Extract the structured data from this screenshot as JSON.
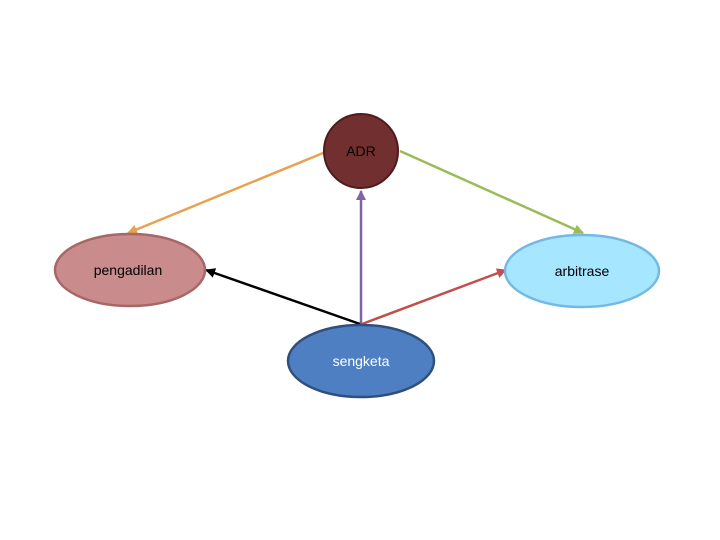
{
  "nodes": {
    "adr": {
      "label": "ADR",
      "fill": "#722f2f",
      "stroke": "#4d1c1c",
      "text_color": "#000000"
    },
    "pengadilan": {
      "label": "pengadilan",
      "fill": "#c98b8b",
      "stroke": "#a86767",
      "text_color": "#000000"
    },
    "arbitrase": {
      "label": "arbitrase",
      "fill": "#a6e6ff",
      "stroke": "#74b9e6",
      "text_color": "#000000"
    },
    "sengketa": {
      "label": "sengketa",
      "fill": "#4e7fc3",
      "stroke": "#2f4f7d",
      "text_color": "#ffffff"
    }
  },
  "edges": [
    {
      "from": "adr",
      "to": "pengadilan",
      "color": "#e8a24f"
    },
    {
      "from": "adr",
      "to": "arbitrase",
      "color": "#9bbb59"
    },
    {
      "from": "sengketa",
      "to": "adr",
      "color": "#8064a2"
    },
    {
      "from": "sengketa",
      "to": "pengadilan",
      "color": "#000000"
    },
    {
      "from": "sengketa",
      "to": "arbitrase",
      "color": "#c0504d"
    }
  ]
}
